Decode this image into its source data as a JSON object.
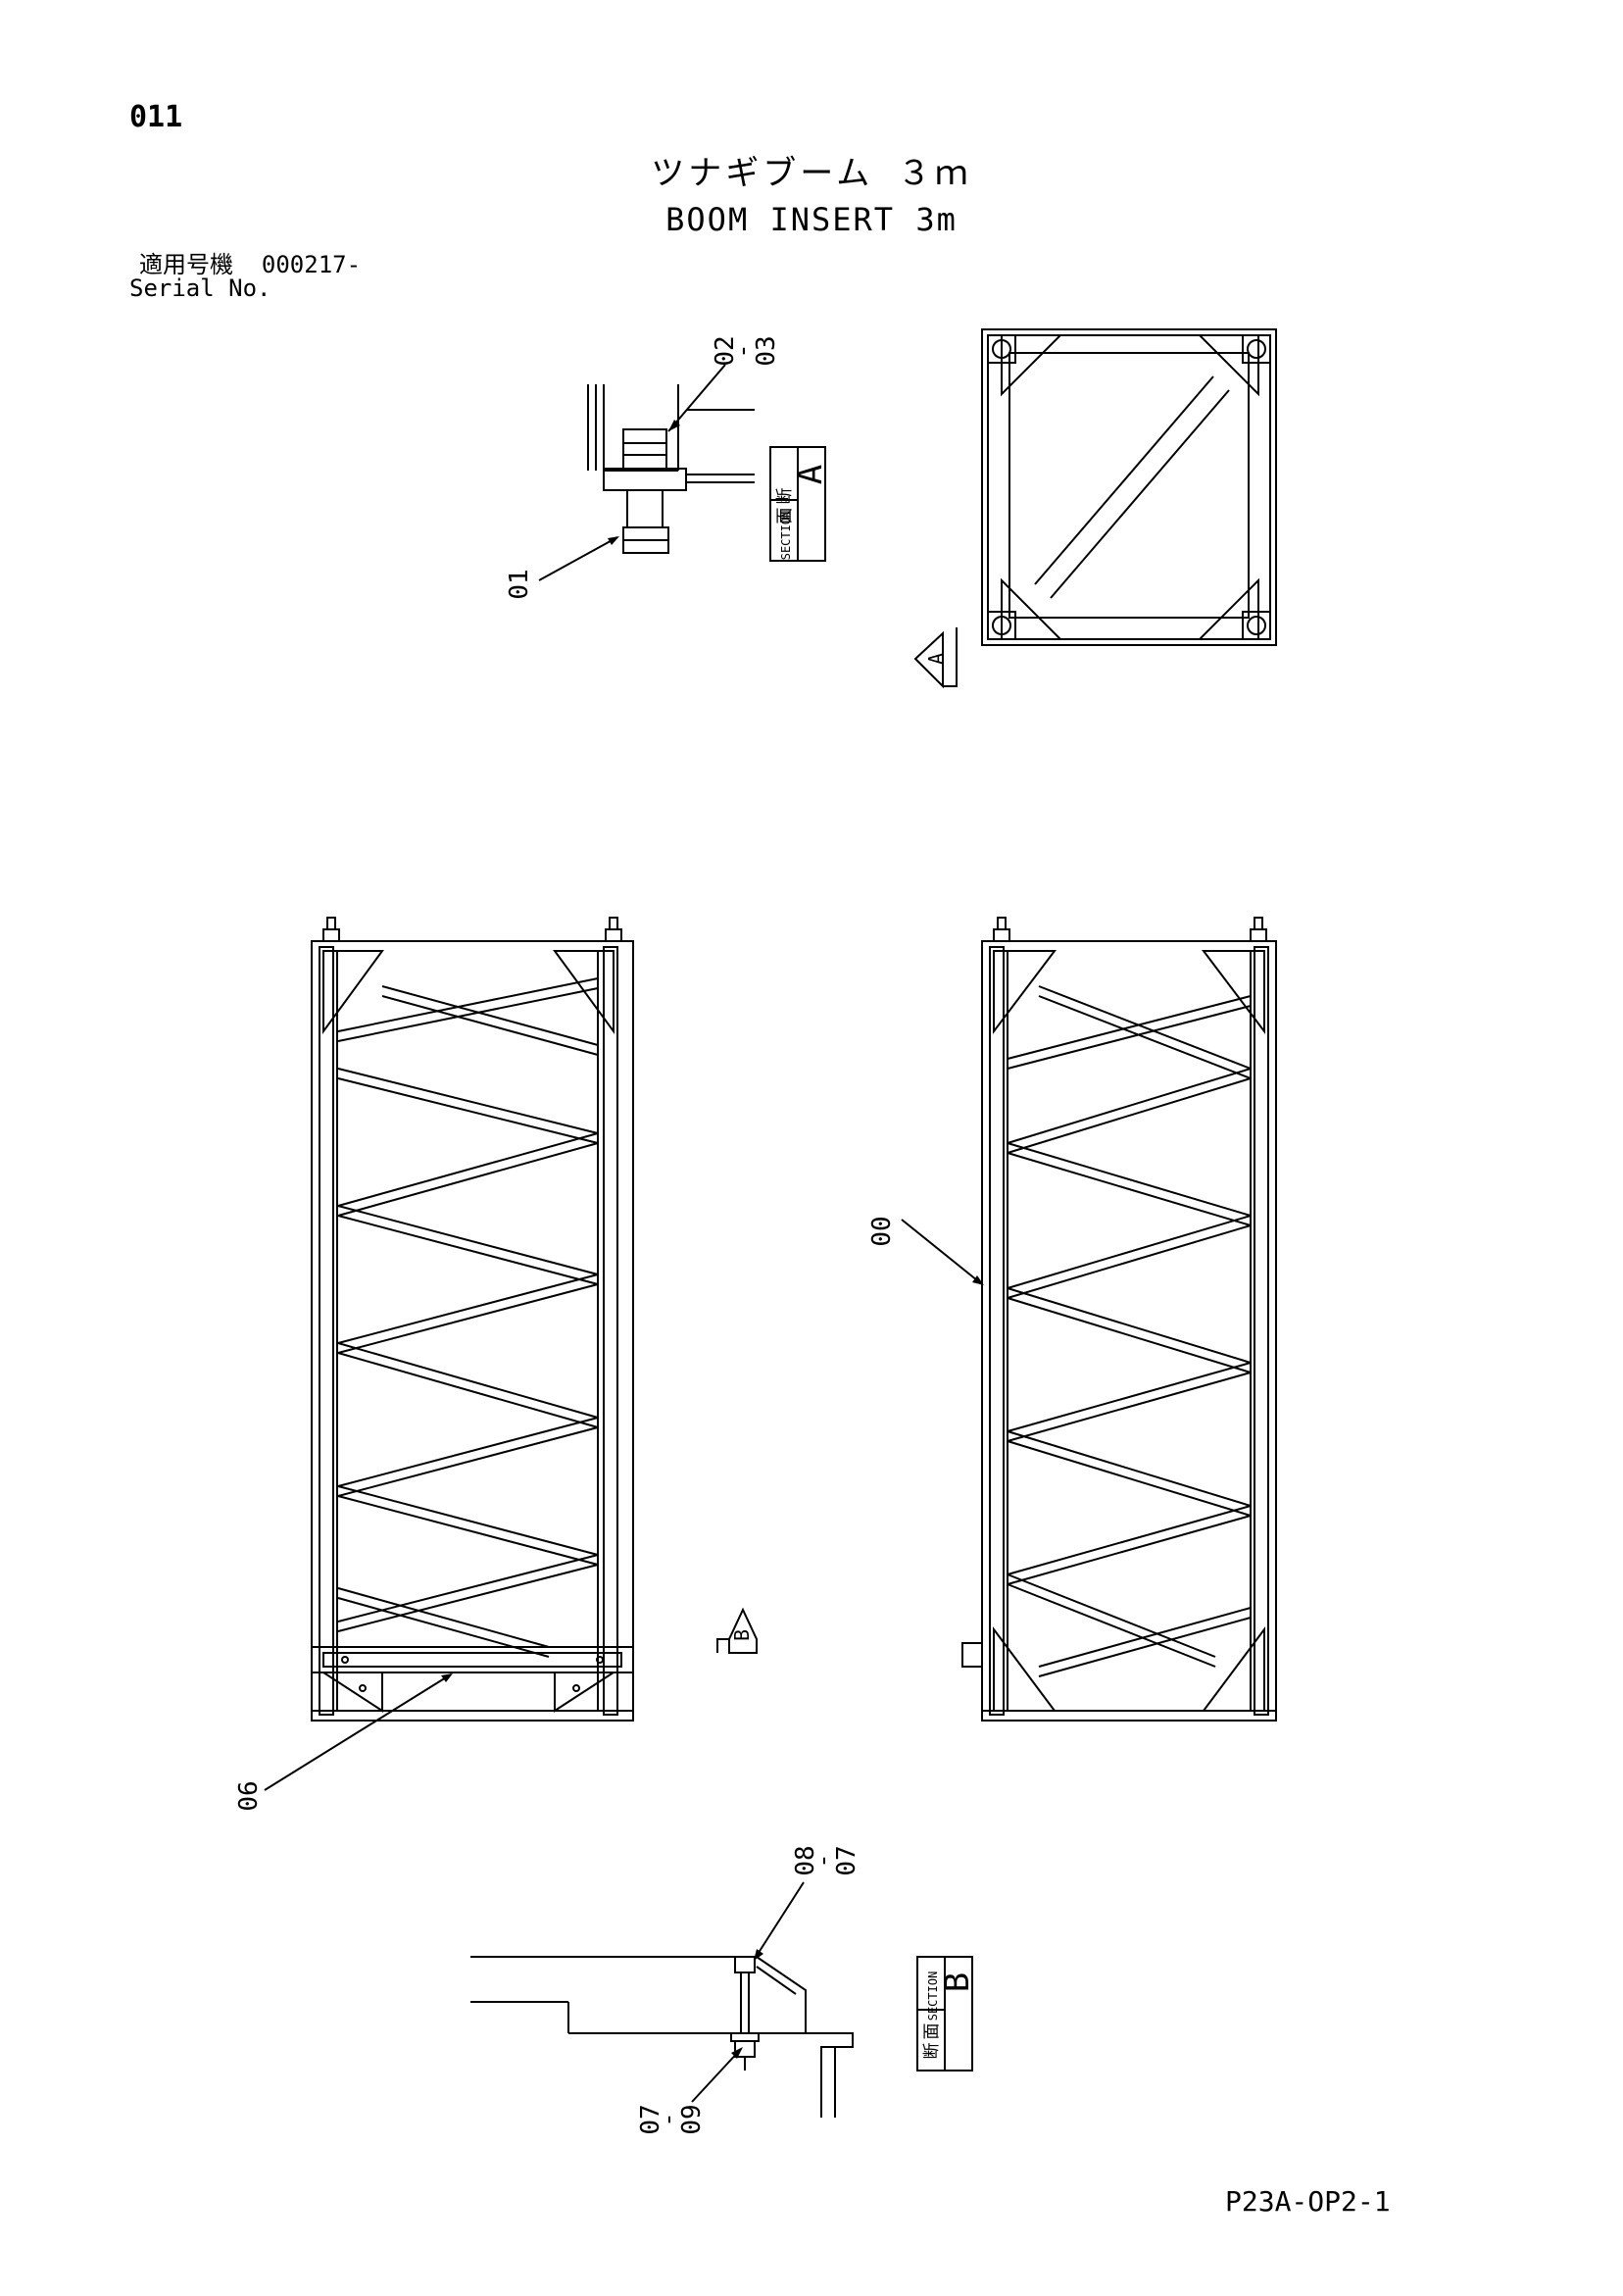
{
  "header": {
    "page_number": "011",
    "title_jp": "ツナギブーム ３ｍ",
    "title_en": "BOOM INSERT 3m",
    "serial_label_jp": "適用号機",
    "serial_value": "000217-",
    "serial_label_en": "Serial No."
  },
  "section_a": {
    "jp_char1": "断",
    "jp_char2": "面",
    "section_word": "SECTION",
    "letter": "A",
    "view_arrow_letter": "A",
    "callouts": [
      "02",
      "03",
      "01"
    ]
  },
  "main_views": {
    "callouts": [
      "00",
      "06"
    ],
    "view_arrow_letter": "B"
  },
  "section_b": {
    "jp_char1": "断",
    "jp_char2": "面",
    "section_word": "SECTION",
    "letter": "B",
    "callouts": [
      "08",
      "07",
      "07",
      "09"
    ]
  },
  "footer": {
    "drawing_code": "P23A-OP2-1"
  }
}
